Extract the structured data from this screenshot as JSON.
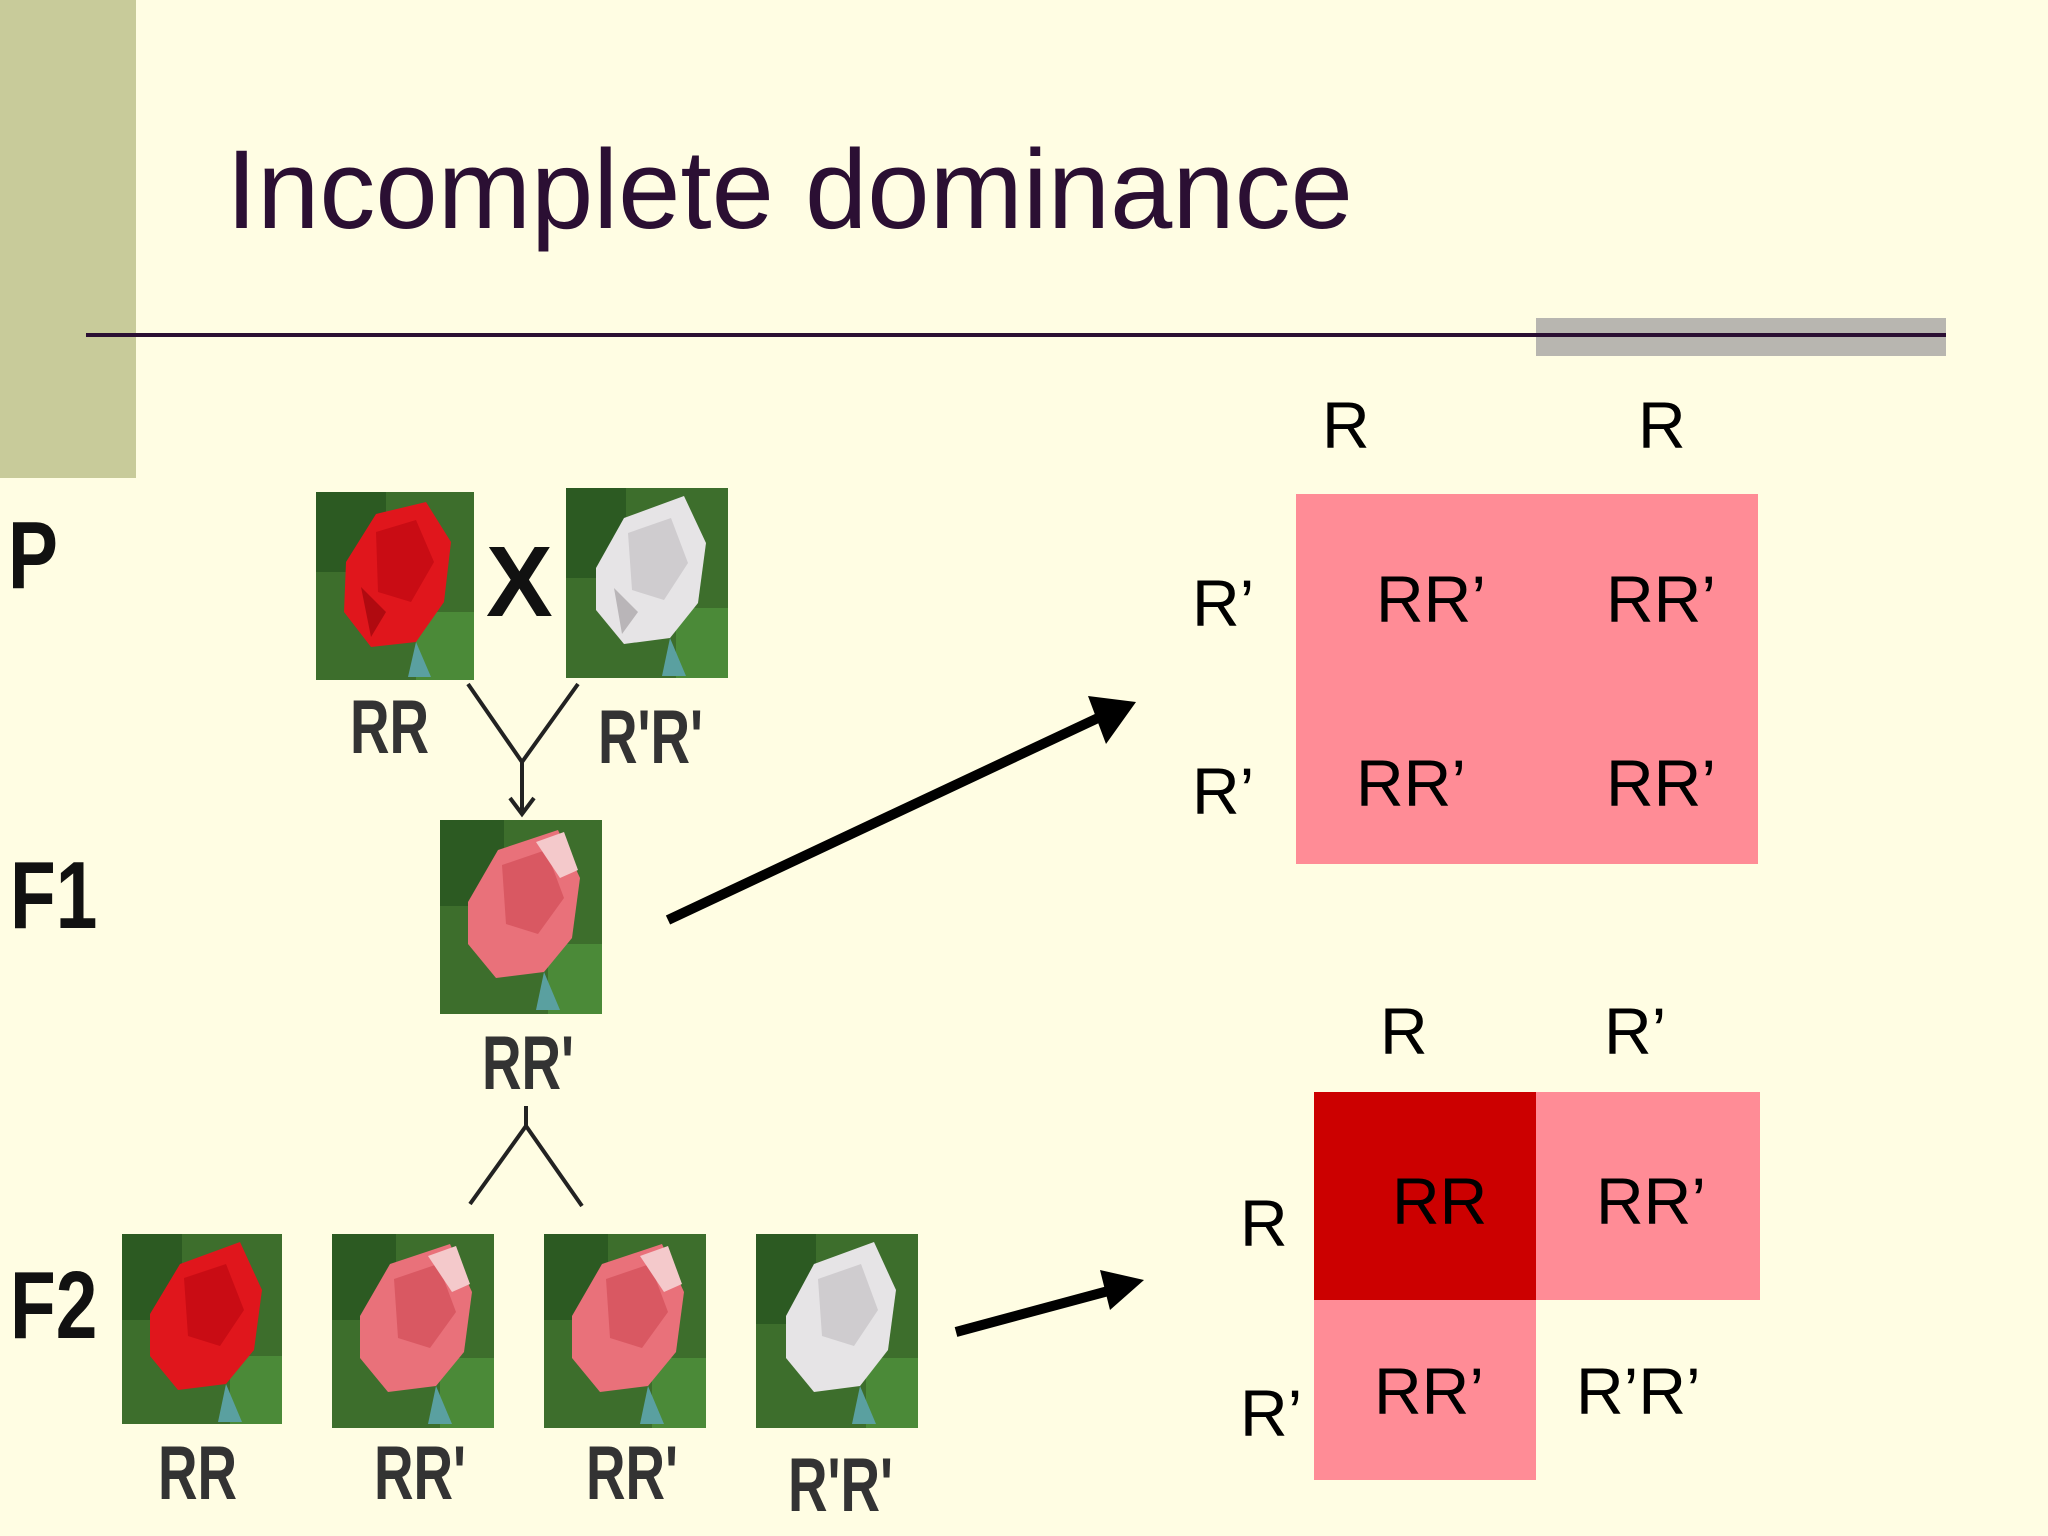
{
  "title": "Incomplete dominance",
  "colors": {
    "background": "#fffde3",
    "title_text": "#2b0f33",
    "side_bar": "#c8cb9a",
    "pink_cell": "#ff8c96",
    "red_cell": "#cc0000",
    "white_cell": "#fffde3"
  },
  "generations": {
    "p": "P",
    "f1": "F1",
    "f2": "F2"
  },
  "cross_symbol": "X",
  "p_labels": {
    "left": "RR",
    "right": "R'R'"
  },
  "f1_label": "RR'",
  "f2_labels": [
    "RR",
    "RR'",
    "RR'",
    "R'R'"
  ],
  "roses": {
    "p": [
      "red-rose",
      "white-rose"
    ],
    "f1": [
      "pink-rose"
    ],
    "f2": [
      "red-rose",
      "pink-rose",
      "pink-rose",
      "white-rose"
    ]
  },
  "punnett_top": {
    "col_headers": [
      "R",
      "R"
    ],
    "row_headers": [
      "R’",
      "R’"
    ],
    "cells": [
      [
        "RR’",
        "RR’"
      ],
      [
        "RR’",
        "RR’"
      ]
    ],
    "cell_colors": [
      [
        "pink",
        "pink"
      ],
      [
        "pink",
        "pink"
      ]
    ]
  },
  "punnett_bottom": {
    "col_headers": [
      "R",
      "R’"
    ],
    "row_headers": [
      "R",
      "R’"
    ],
    "cells": [
      [
        "RR",
        "RR’"
      ],
      [
        "RR’",
        "R’R’"
      ]
    ],
    "cell_colors": [
      [
        "red",
        "pink"
      ],
      [
        "pink",
        "white"
      ]
    ]
  }
}
